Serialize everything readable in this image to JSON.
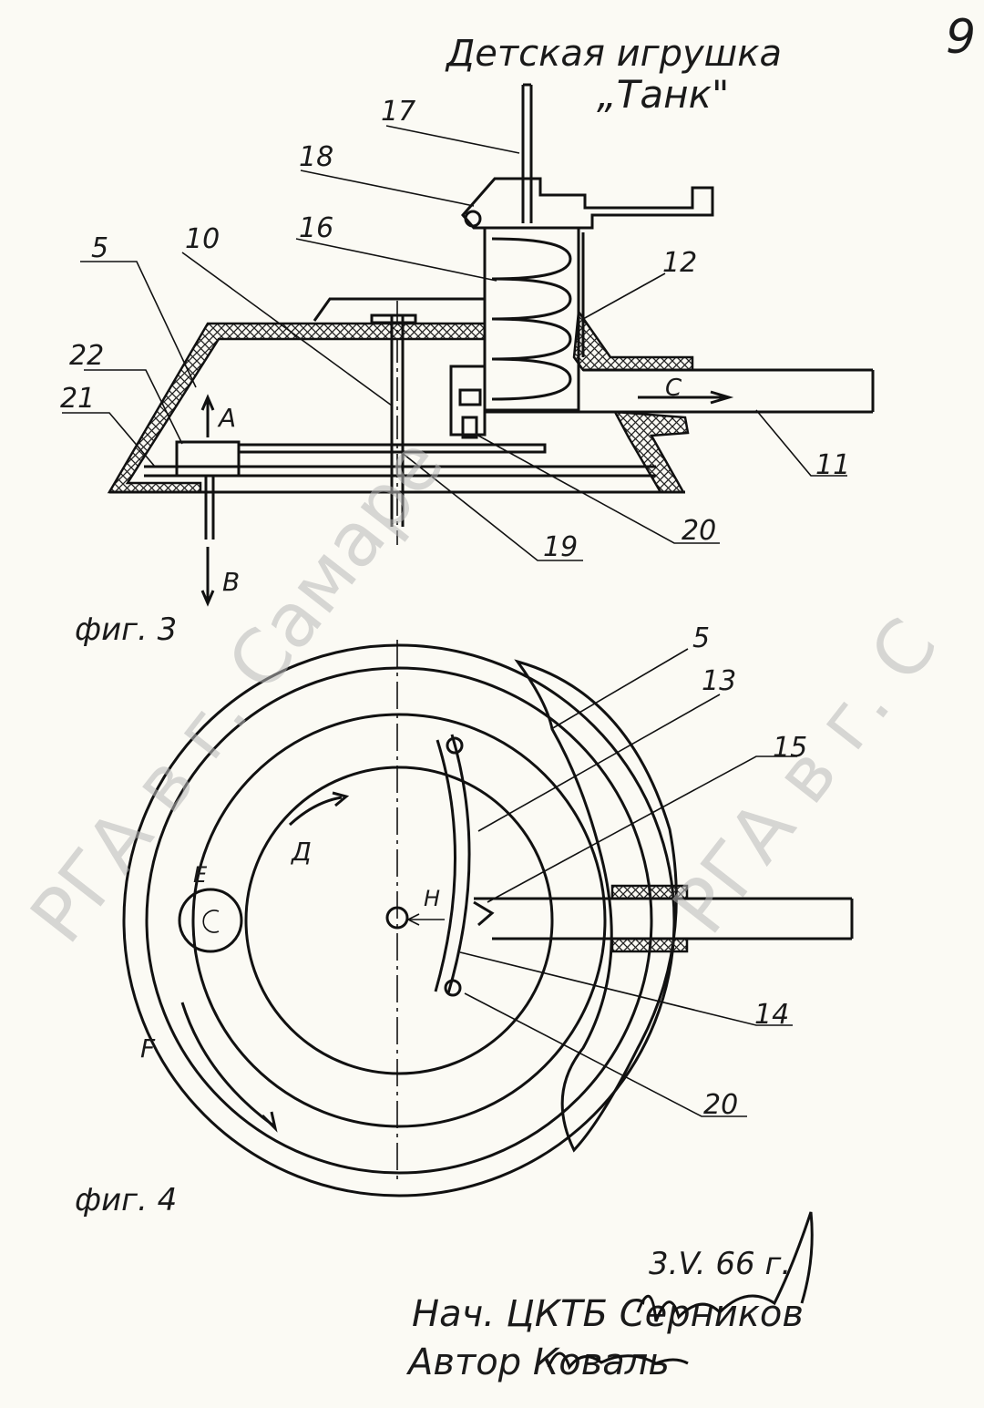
{
  "title": {
    "line1": "Детская игрушка",
    "line2": "„Танк\""
  },
  "page_number": "9",
  "fig3": {
    "caption": "фиг. 3",
    "part_labels": [
      "17",
      "18",
      "16",
      "12",
      "10",
      "5",
      "22",
      "21",
      "11",
      "20",
      "19"
    ],
    "direction_labels": {
      "a": "A",
      "b": "B",
      "c": "C"
    }
  },
  "fig4": {
    "caption": "фиг. 4",
    "part_labels": [
      "5",
      "13",
      "15",
      "14",
      "20"
    ],
    "direction_labels": {
      "d": "Д",
      "e": "E",
      "h": "H",
      "f": "F"
    }
  },
  "watermark": {
    "left": "РГА в г. Самаре",
    "right": "РГА в г. С"
  },
  "signatures": {
    "date": "3.V. 66 г.",
    "line1": "Нач. ЦКТБ Серников",
    "line2": "Автор Коваль"
  }
}
